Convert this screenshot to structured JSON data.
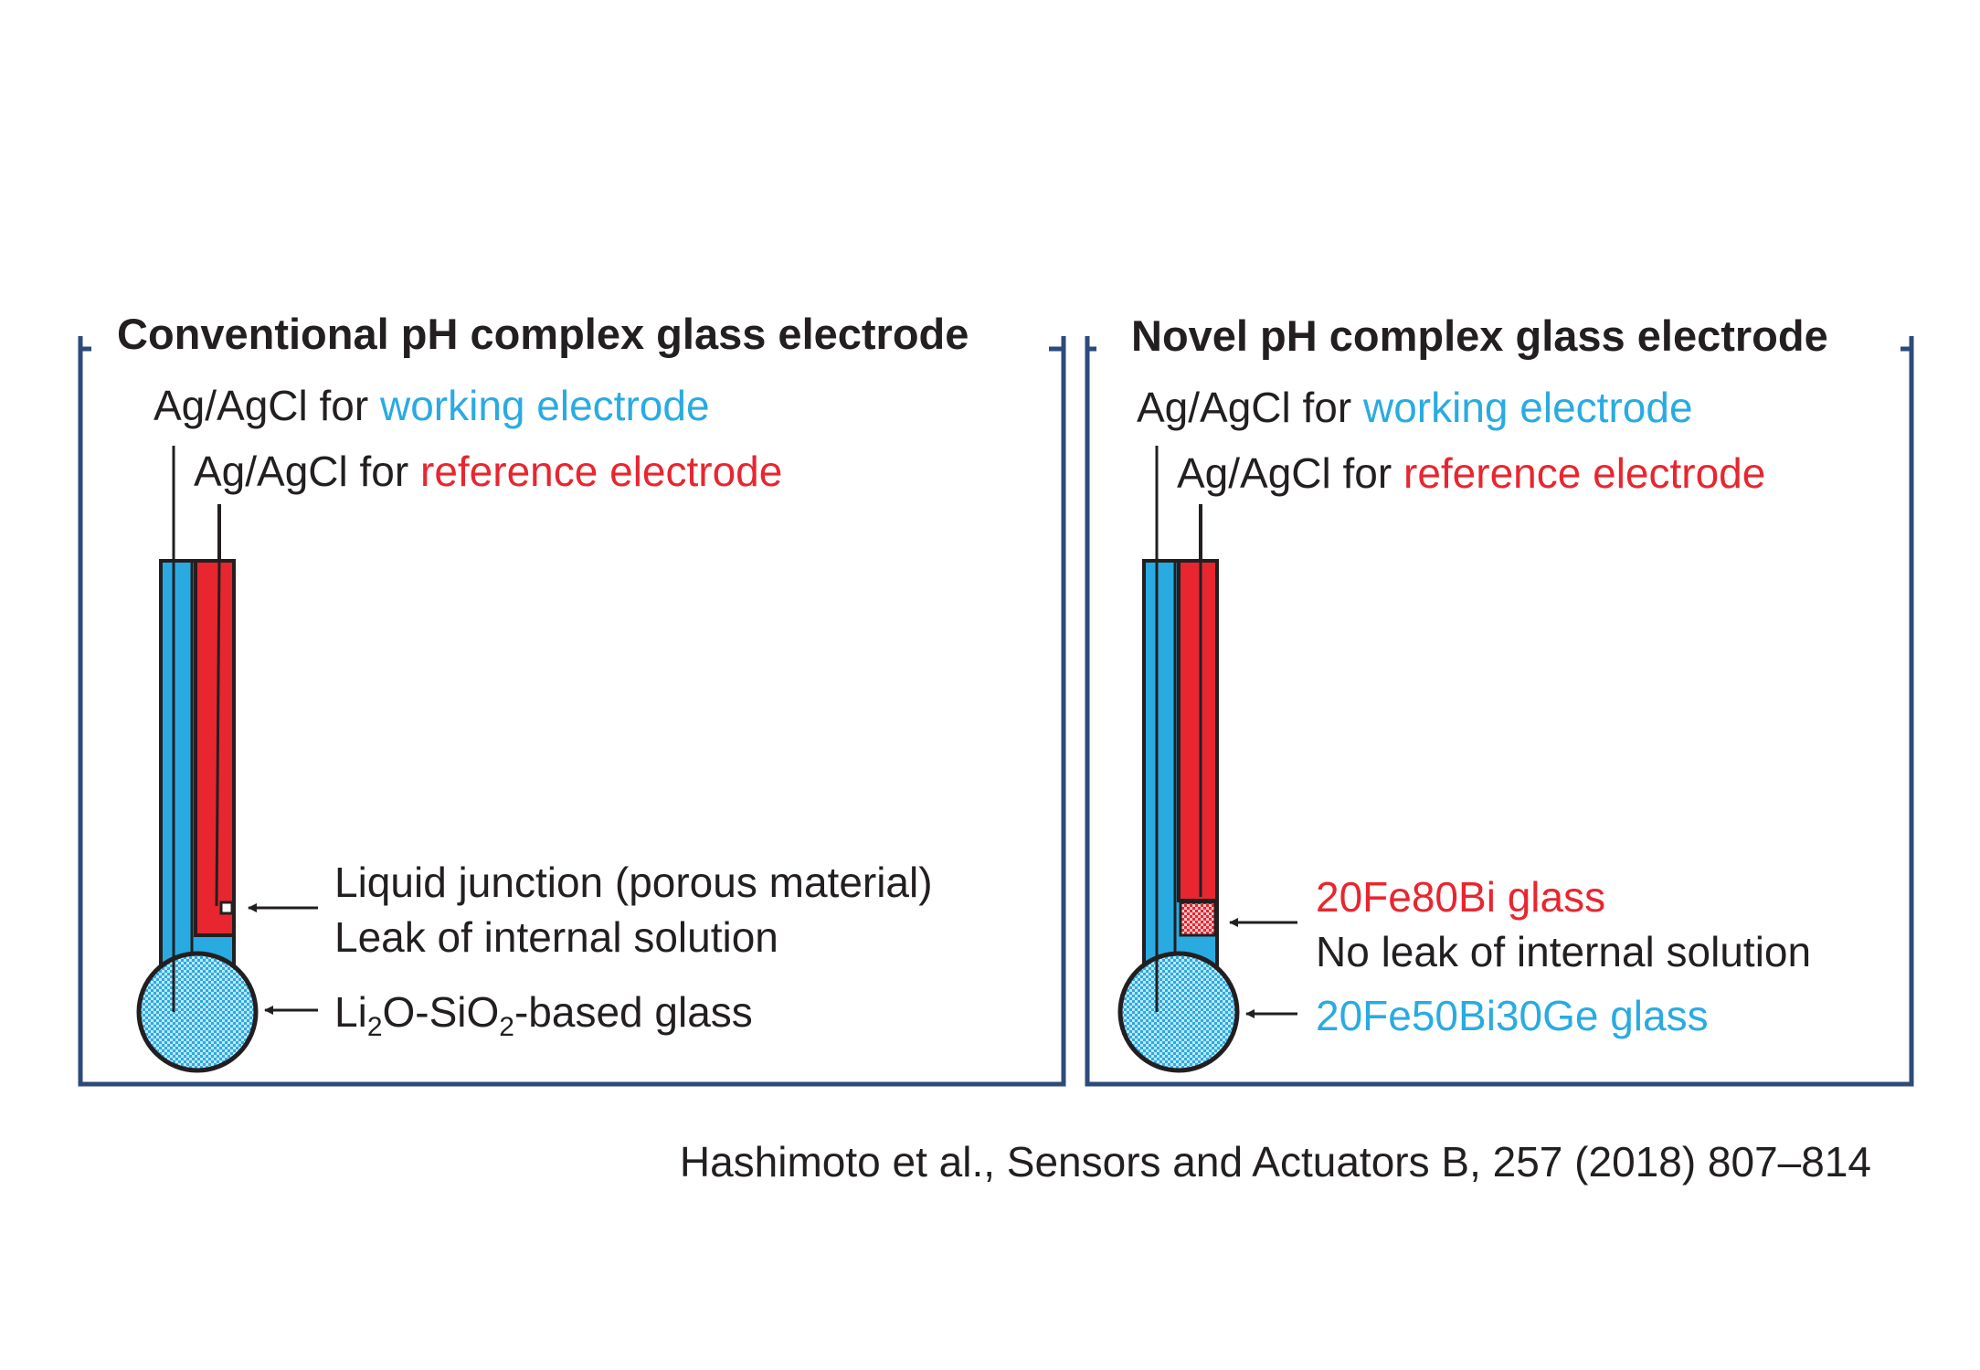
{
  "colors": {
    "frame": "#2e4a7a",
    "working": "#29abe2",
    "reference": "#e8262f",
    "text": "#231f20"
  },
  "left_panel": {
    "title": "Conventional pH complex glass electrode",
    "working_prefix": "Ag/AgCl for ",
    "working_label": "working electrode",
    "reference_prefix": "Ag/AgCl for ",
    "reference_label": "reference electrode",
    "junction_label": "Liquid junction (porous material)",
    "leak_label": "Leak of internal solution",
    "glass_label": {
      "p1": "Li",
      "sub1": "2",
      "p2": "O-SiO",
      "sub2": "2",
      "p3": "-based glass"
    }
  },
  "right_panel": {
    "title": "Novel pH complex glass electrode",
    "working_prefix": "Ag/AgCl for ",
    "working_label": "working electrode",
    "reference_prefix": "Ag/AgCl for ",
    "reference_label": "reference electrode",
    "junction_label": "20Fe80Bi glass",
    "leak_label": "No leak of internal solution",
    "glass_label": "20Fe50Bi30Ge glass"
  },
  "citation": "Hashimoto et al., Sensors and Actuators B, 257 (2018) 807–814"
}
